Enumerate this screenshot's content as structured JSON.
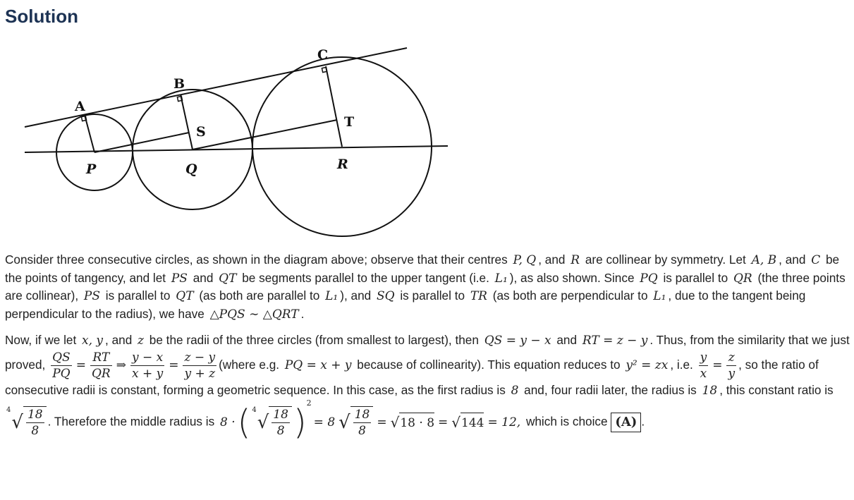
{
  "title": "Solution",
  "diagram": {
    "labels": {
      "A": "A",
      "B": "B",
      "C": "C",
      "S": "S",
      "T": "T",
      "P": "P",
      "Q": "Q",
      "R": "R"
    }
  },
  "paragraphs": [
    [
      {
        "t": "Consider three consecutive circles, as shown in the diagram above; observe that their centres "
      },
      {
        "m": "P, Q"
      },
      {
        "t": ", and "
      },
      {
        "m": "R"
      },
      {
        "t": " are collinear by symmetry. Let "
      },
      {
        "m": "A, B"
      },
      {
        "t": ", and "
      },
      {
        "m": "C"
      },
      {
        "t": " be the points of tangency, and let "
      },
      {
        "m": "PS"
      },
      {
        "t": " and "
      },
      {
        "m": "QT"
      },
      {
        "t": " be segments parallel to the upper tangent (i.e. "
      },
      {
        "m": "L₁"
      },
      {
        "t": "), as also shown. Since "
      },
      {
        "m": "PQ"
      },
      {
        "t": " is parallel to "
      },
      {
        "m": "QR"
      },
      {
        "t": " (the three points are collinear), "
      },
      {
        "m": "PS"
      },
      {
        "t": " is parallel to "
      },
      {
        "m": "QT"
      },
      {
        "t": " (as both are parallel to "
      },
      {
        "m": "L₁"
      },
      {
        "t": "), and "
      },
      {
        "m": "SQ"
      },
      {
        "t": " is parallel to "
      },
      {
        "m": "TR"
      },
      {
        "t": " (as both are perpendicular to "
      },
      {
        "m": "L₁"
      },
      {
        "t": ", due to the tangent being perpendicular to the radius), we have "
      },
      {
        "m": "△PQS ∼ △QRT"
      },
      {
        "t": "."
      }
    ],
    [
      {
        "t": "Now, if we let "
      },
      {
        "m": "x, y"
      },
      {
        "t": ", and "
      },
      {
        "m": "z"
      },
      {
        "t": " be the radii of the three circles (from smallest to largest), then "
      },
      {
        "m": "QS = y − x"
      },
      {
        "t": " and "
      },
      {
        "m": "RT = z − y"
      },
      {
        "t": ". Thus, from the similarity that we just proved, "
      },
      {
        "frac": [
          "QS",
          "PQ"
        ]
      },
      {
        "m": "="
      },
      {
        "frac": [
          "RT",
          "QR"
        ]
      },
      {
        "m": "⇒"
      },
      {
        "frac": [
          "y − x",
          "x + y"
        ]
      },
      {
        "m": "="
      },
      {
        "frac": [
          "z − y",
          "y + z"
        ]
      },
      {
        "t": "(where e.g. "
      },
      {
        "m": "PQ = x + y"
      },
      {
        "t": " because of collinearity). This equation reduces to "
      },
      {
        "m": "y² = zx"
      },
      {
        "t": ", i.e. "
      },
      {
        "frac": [
          "y",
          "x"
        ]
      },
      {
        "m": "="
      },
      {
        "frac": [
          "z",
          "y"
        ]
      },
      {
        "t": ", so the ratio of consecutive radii is constant, forming a geometric sequence. In this case, as the first radius is "
      },
      {
        "m": "8"
      },
      {
        "t": " and, four radii later, the radius is "
      },
      {
        "m": "18"
      },
      {
        "t": ", this constant ratio is "
      },
      {
        "root": {
          "index": "4",
          "frac": [
            "18",
            "8"
          ]
        }
      },
      {
        "t": ". Therefore the middle radius is "
      },
      {
        "m": "8 ·"
      },
      {
        "paren": {
          "root": {
            "index": "4",
            "frac": [
              "18",
              "8"
            ]
          },
          "exp": "2"
        }
      },
      {
        "m": "= 8"
      },
      {
        "root": {
          "index": "",
          "frac": [
            "18",
            "8"
          ]
        }
      },
      {
        "m": "="
      },
      {
        "root": {
          "index": "",
          "text": "18 · 8"
        }
      },
      {
        "m": "="
      },
      {
        "root": {
          "index": "",
          "text": "144"
        }
      },
      {
        "m": "= 12,"
      },
      {
        "t": " which is choice "
      },
      {
        "boxed": "(A)"
      },
      {
        "t": "."
      }
    ]
  ]
}
